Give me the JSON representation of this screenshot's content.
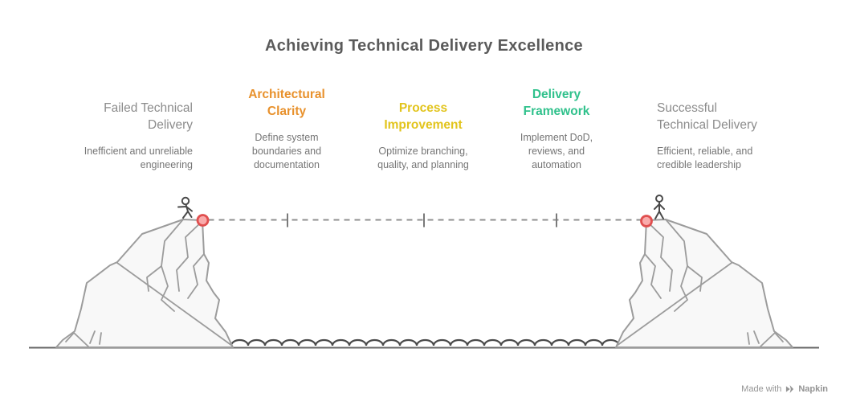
{
  "title": "Achieving Technical Delivery Excellence",
  "stages": [
    {
      "id": "failed-technical-delivery",
      "label": "Failed Technical\nDelivery",
      "description": "Inefficient and unreliable\nengineering",
      "color": "#8C8C8C"
    },
    {
      "id": "architectural-clarity",
      "label": "Architectural\nClarity",
      "description": "Define system\nboundaries and\ndocumentation",
      "color": "#E8912C"
    },
    {
      "id": "process-improvement",
      "label": "Process\nImprovement",
      "description": "Optimize branching,\nquality, and planning",
      "color": "#E2C41C"
    },
    {
      "id": "delivery-framework",
      "label": "Delivery\nFramework",
      "description": "Implement DoD,\nreviews, and\nautomation",
      "color": "#30C18C"
    },
    {
      "id": "successful-technical-delivery",
      "label": "Successful\nTechnical Delivery",
      "description": "Efficient, reliable, and\ncredible leadership",
      "color": "#8C8C8C"
    }
  ],
  "watermark": {
    "made_with": "Made with",
    "brand": "Napkin",
    "logo_icon": "napkin-bolt-icon"
  },
  "icons": {
    "left_figure": "climber-stick-figure",
    "right_figure": "standing-stick-figure",
    "start_marker": "red-circle-marker",
    "end_marker": "red-circle-marker"
  },
  "palette": {
    "title_color": "#5A5A5A",
    "muted_heading": "#8C8C8C",
    "body_text": "#757575",
    "orange": "#E8912C",
    "yellow": "#E2C41C",
    "green": "#30C18C",
    "marker_fill": "#F9ABAB",
    "marker_stroke": "#E04F4F",
    "mountain_fill": "#F8F8F8",
    "mountain_stroke": "#9C9C9C",
    "figure_stroke": "#4A4A4A",
    "dash_line": "#8F8F8F",
    "tick_line": "#7A7A7A",
    "water_line": "#4A4A4A",
    "ground_line": "#666666",
    "watermark_color": "#949494"
  }
}
